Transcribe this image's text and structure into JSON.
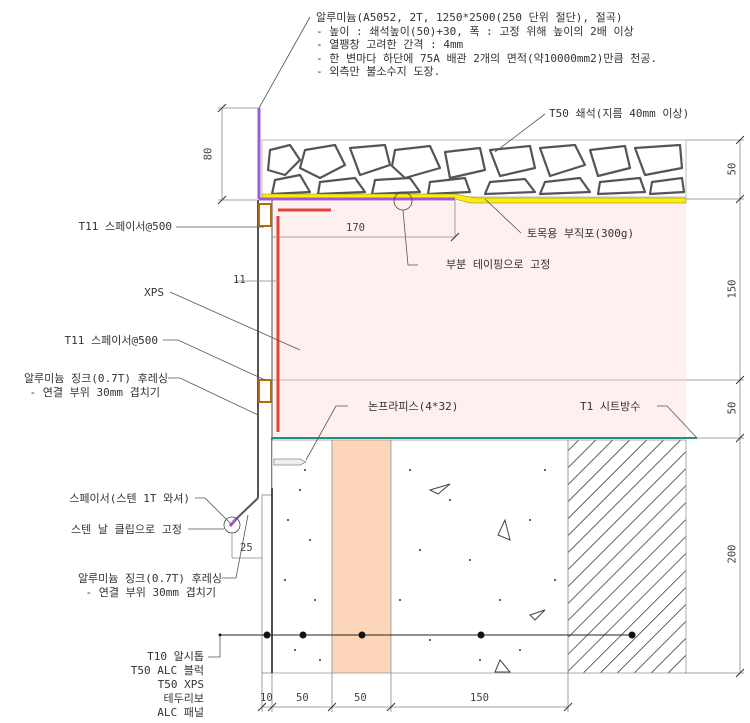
{
  "drawing": {
    "title_note": {
      "lines": [
        "알루미늄(A5052, 2T, 1250*2500(250 단위 절단), 절곡)",
        "- 높이 : 쇄석높이(50)+30, 폭 : 고정 위해 높이의 2배 이상",
        "- 열팽창 고려한 간격 : 4mm",
        "- 한 변마다 하단에 75A 배관 2개의 면적(약10000mm2)만큼 천공.",
        "- 외측만 불소수지 도장."
      ]
    },
    "labels": {
      "gravel": "T50 쇄석(지름 40mm 이상)",
      "geotextile": "토목용 부직포(300g)",
      "taping": "부분 테이핑으로 고정",
      "spacer_top": "T11 스페이서@500",
      "xps": "XPS",
      "spacer_bottom": "T11 스페이서@500",
      "zinc_flashing_1_a": "알루미늄 징크(0.7T) 후레싱",
      "zinc_flashing_1_b": "- 연결 부위 30mm 겹치기",
      "nonpra": "논프라피스(4*32)",
      "sheet_waterproof": "T1 시트방수",
      "washer": "스페이서(스텐 1T 와셔)",
      "clip": "스텐 날 클립으로 고정",
      "zinc_flashing_2_a": "알루미늄 징크(0.7T) 후레싱",
      "zinc_flashing_2_b": "- 연결 부위 30mm 겹치기",
      "layers": [
        "T10 알시톱",
        "T50 ALC 블럭",
        "T50 XPS",
        "테두리보",
        "ALC 패널"
      ]
    },
    "dimensions": {
      "left_height": "80",
      "horizontal_170": "170",
      "gap_11": "11",
      "gap_25": "25",
      "right": [
        "50",
        "150",
        "50",
        "200"
      ],
      "bottom": [
        "10",
        "50",
        "50",
        "150"
      ]
    },
    "colors": {
      "aluminum": "#a05ad2",
      "geotextile": "#ffee00",
      "xps_fill": "#fdf0ee",
      "red_marker": "#e8443a",
      "spacer": "#b06a10",
      "sheet": "#2a8a86",
      "teduri_fill": "#fdd5b8"
    }
  }
}
